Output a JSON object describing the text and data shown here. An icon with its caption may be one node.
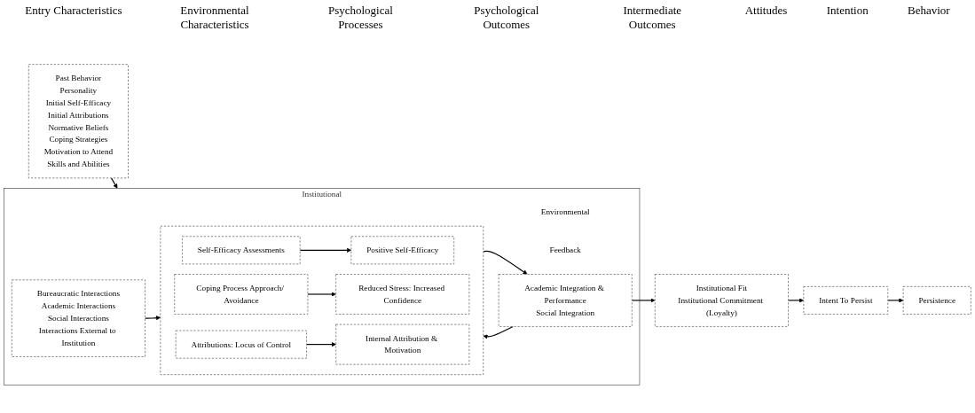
{
  "diagram": {
    "nodes": [
      {
        "text": [
          "Past Behavior",
          "Personality",
          "Initial Self-Efficacy",
          "Initial Attributions",
          "Normative Beliefs",
          "Coping Strategies",
          "Motivation to Attend",
          "Skills and Abilities"
        ]
      },
      {
        "text": [
          "Institutional",
          "Environmental",
          "Feedback"
        ]
      },
      {
        "text": [
          "Bureaucratic Interactions",
          "Academic Interactions",
          "Social Interactions",
          "Interactions External to Institution"
        ],
        "in": 1
      },
      {
        "text": [],
        "shape": "box",
        "in": 1
      },
      {
        "text": [
          "Self-Efficacy Assessments"
        ],
        "in": 3
      },
      {
        "text": [
          "Positive Self-Efficacy"
        ],
        "in": 3
      },
      {
        "text": [
          "Coping Process Approach/ Avoidance"
        ],
        "in": 3
      },
      {
        "text": [
          "Reduced Stress: Increased Confidence"
        ],
        "in": 3
      },
      {
        "text": [
          "Attributions: Locus of Control"
        ],
        "in": 3
      },
      {
        "text": [
          "Internal Attribution & Motivation"
        ],
        "in": 3
      },
      {
        "text": [
          "Academic Integration & Performance",
          "Social Integration"
        ],
        "in": 1
      },
      {
        "text": [
          "Institutional Fit",
          "Institutional Commitment (Loyalty)"
        ]
      },
      {
        "text": [
          "Intent To Persist"
        ]
      },
      {
        "text": [
          "Persistence"
        ]
      }
    ],
    "edges": [
      {
        "from": 0,
        "to": 1,
        "arrow": "to"
      },
      {
        "from": 2,
        "to": 3,
        "arrow": "to"
      },
      {
        "from": 4,
        "to": 5,
        "arrow": "to"
      },
      {
        "from": 6,
        "to": 7,
        "arrow": "to"
      },
      {
        "from": 8,
        "to": 9,
        "arrow": "to"
      },
      {
        "from": 3,
        "to": 10,
        "arrow": "to"
      },
      {
        "from": 10,
        "to": 3,
        "arrow": "to"
      },
      {
        "from": 10,
        "to": 11,
        "arrow": "to"
      },
      {
        "from": 11,
        "to": 12,
        "arrow": "to"
      },
      {
        "from": 12,
        "to": 13,
        "arrow": "to"
      }
    ],
    "labels": [
      "Entry Characteristics",
      "Environmental Characteristics",
      "Psychological Processes",
      "Psychological Outcomes",
      "Intermediate Outcomes",
      "Attitudes",
      "Intention",
      "Behavior"
    ]
  }
}
